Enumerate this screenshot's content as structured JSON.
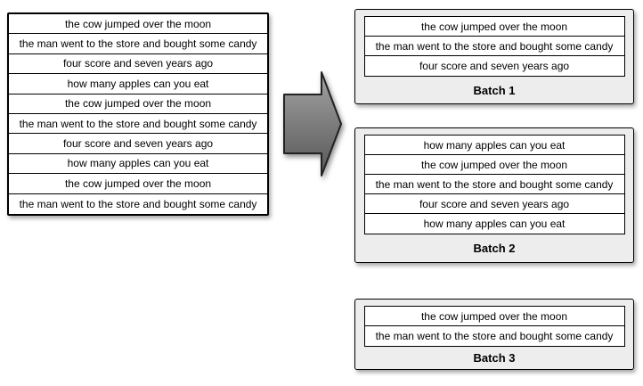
{
  "source_list": {
    "rows": [
      "the cow jumped over the moon",
      "the man went to the store and bought some candy",
      "four score and seven years ago",
      "how many apples can you eat",
      "the cow jumped over the moon",
      "the man went to the store and bought some candy",
      "four score and seven years ago",
      "how many apples can you eat",
      "the cow jumped over the moon",
      "the man went to the store and bought some candy"
    ]
  },
  "arrow": {
    "icon": "right-block-arrow",
    "direction": "right"
  },
  "batches": [
    {
      "label": "Batch 1",
      "rows": [
        "the cow jumped over the moon",
        "the man went to the store and bought some candy",
        "four score and seven years ago"
      ]
    },
    {
      "label": "Batch 2",
      "rows": [
        "how many apples can you eat",
        "the cow jumped over the moon",
        "the man went to the store and bought some candy",
        "four score and seven years ago",
        "how many apples can you eat"
      ]
    },
    {
      "label": "Batch 3",
      "rows": [
        "the cow jumped over the moon",
        "the man went to the store and bought some candy"
      ]
    }
  ],
  "colors": {
    "background": "#ffffff",
    "row_background": "#ffffff",
    "batch_background": "#ededed",
    "border": "#000000",
    "text": "#000000",
    "arrow_gradient_top": "#a3a3a3",
    "arrow_gradient_bottom": "#575757",
    "arrow_outline": "#222222"
  }
}
